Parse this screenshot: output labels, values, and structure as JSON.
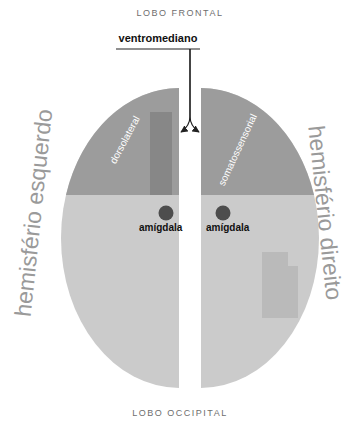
{
  "diagram": {
    "nodes": [
      {
        "text": [
          "hemisfério esquerdo"
        ]
      },
      {
        "text": [
          "dorsolateral"
        ],
        "in": 0
      },
      {
        "text": [
          "amígdala"
        ],
        "in": 0
      },
      {
        "text": [
          "hemisfério direito"
        ]
      },
      {
        "text": [
          "somatossensorial"
        ],
        "in": 3
      },
      {
        "text": [
          "amígdala"
        ],
        "in": 3
      }
    ],
    "labels": [
      "LOBO FRONTAL",
      "ventromediano",
      "LOBO OCCIPITAL"
    ]
  }
}
